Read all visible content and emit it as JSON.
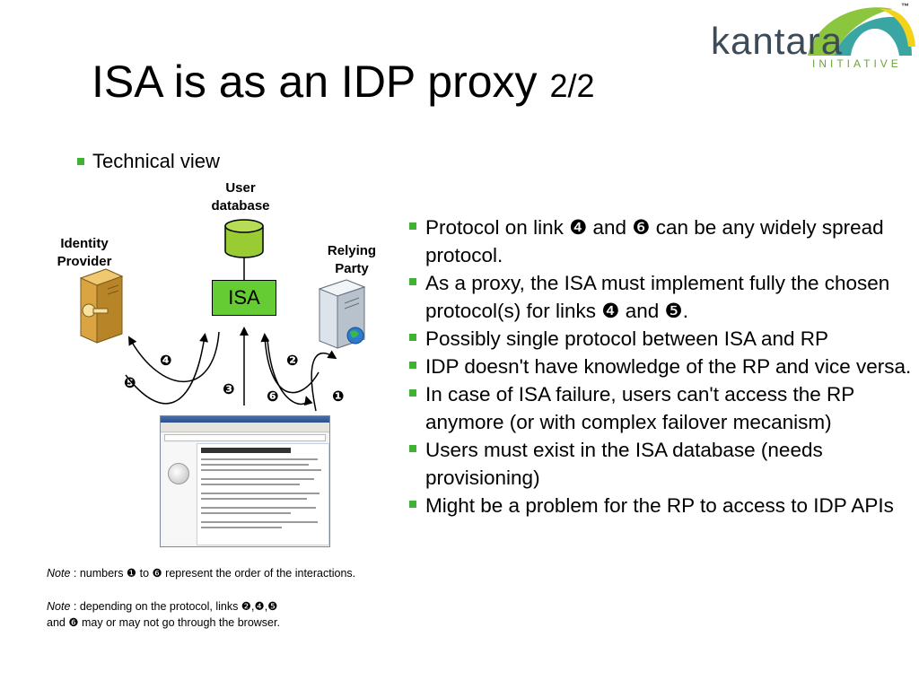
{
  "logo": {
    "wordmark": "kantara",
    "subtitle": "INITIATIVE",
    "trademark": "™",
    "colors": {
      "arc_green": "#8cc63f",
      "arc_teal": "#3aa6a4",
      "arc_yellow": "#f2d21b",
      "text_gray": "#3d4a57",
      "subtitle_green": "#6aa43a"
    }
  },
  "title": {
    "main": "ISA is as an IDP proxy",
    "suffix": "2/2"
  },
  "left_bullet": "Technical view",
  "diagram": {
    "user_database_line1": "User",
    "user_database_line2": "database",
    "identity_provider_line1": "Identity",
    "identity_provider_line2": "Provider",
    "relying_party_line1": "Relying",
    "relying_party_line2": "Party",
    "isa": "ISA",
    "n1": "❶",
    "n2": "❷",
    "n3": "❸",
    "n4": "❹",
    "n5": "❺",
    "n6": "❻",
    "colors": {
      "isa_fill": "#66cc33",
      "db_fill": "#99cc33",
      "bullet": "#3fb135"
    }
  },
  "bullets": [
    "Protocol on link ❹ and ❻ can be any widely spread protocol.",
    "As a proxy, the ISA must implement fully the chosen protocol(s) for links ❹ and ❺.",
    "Possibly single protocol between ISA and RP",
    "IDP doesn't have knowledge of the RP and vice versa.",
    "In case of ISA failure, users can't access the RP anymore (or with complex failover mecanism)",
    "Users must exist in the ISA database (needs provisioning)",
    "Might be a problem for the RP to access to IDP APIs"
  ],
  "notes": {
    "note1_label": "Note",
    "note1_text": " : numbers ❶ to ❻ represent the order of the interactions.",
    "note2_label": "Note",
    "note2_text": " : depending on the protocol, links ❷,❹,❺",
    "note3_text": "and ❻ may or may not go through the browser."
  }
}
